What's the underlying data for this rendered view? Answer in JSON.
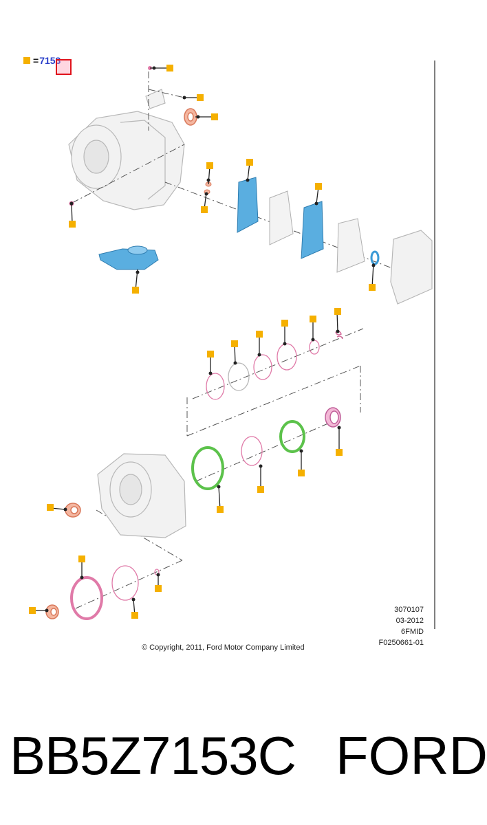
{
  "legend": {
    "equals": "=",
    "code": "7153"
  },
  "drawing_info": {
    "code": "3070107",
    "date": "03-2012",
    "model": "6FMID",
    "ref": "F0250661-01"
  },
  "copyright": "© Copyright, 2011, Ford Motor Company Limited",
  "footer": {
    "part_number": "BB5Z7153C",
    "brand": "FORD"
  },
  "colors": {
    "callout": "#f5b000",
    "seal_blue": "#3b9ad6",
    "seal_green": "#5cc24b",
    "ring_pink": "#e07aa8",
    "washer_orange": "#e89070"
  }
}
